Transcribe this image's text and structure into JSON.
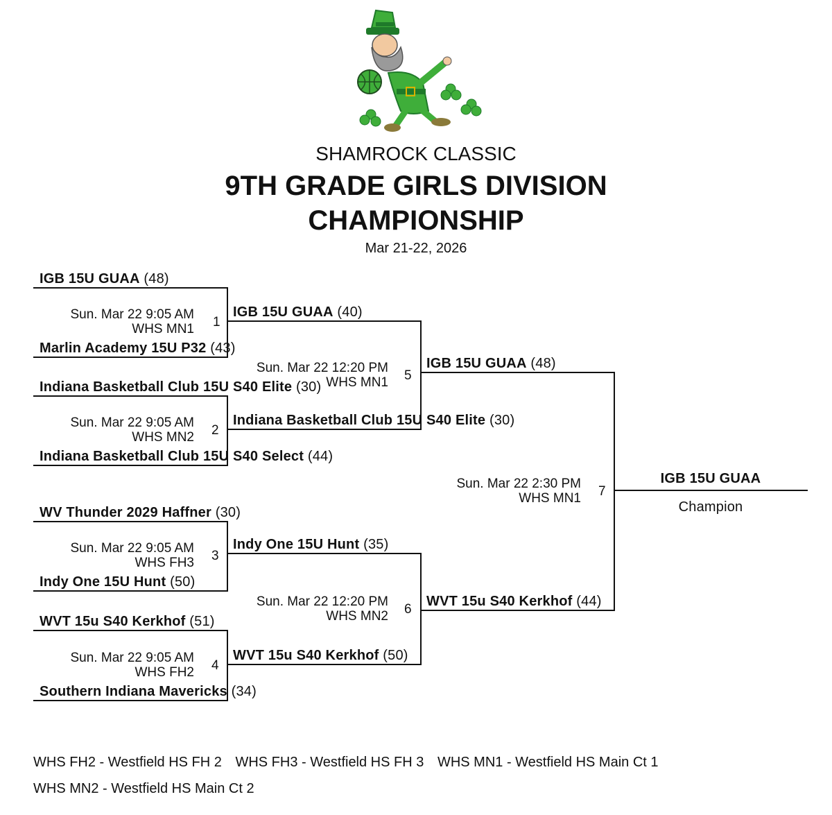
{
  "header": {
    "line1": "SHAMROCK CLASSIC",
    "line2": "9TH GRADE GIRLS DIVISION",
    "line3": "CHAMPIONSHIP",
    "dates": "Mar 21-22, 2026"
  },
  "round1": [
    {
      "num": "1",
      "time": "Sun. Mar 22 9:05 AM",
      "court": "WHS MN1",
      "top": {
        "team": "IGB 15U GUAA",
        "score": "(48)"
      },
      "bottom": {
        "team": "Marlin Academy 15U P32",
        "score": "(43)"
      }
    },
    {
      "num": "2",
      "time": "Sun. Mar 22 9:05 AM",
      "court": "WHS MN2",
      "top": {
        "team": "Indiana Basketball Club 15U S40 Elite",
        "score": "(30)"
      },
      "bottom": {
        "team": "Indiana Basketball Club 15U S40 Select",
        "score": "(44)"
      }
    },
    {
      "num": "3",
      "time": "Sun. Mar 22 9:05 AM",
      "court": "WHS FH3",
      "top": {
        "team": "WV Thunder 2029 Haffner",
        "score": "(30)"
      },
      "bottom": {
        "team": "Indy One 15U Hunt",
        "score": "(50)"
      }
    },
    {
      "num": "4",
      "time": "Sun. Mar 22 9:05 AM",
      "court": "WHS FH2",
      "top": {
        "team": "WVT 15u S40 Kerkhof",
        "score": "(51)"
      },
      "bottom": {
        "team": "Southern Indiana Mavericks",
        "score": "(34)"
      }
    }
  ],
  "round2": [
    {
      "num": "5",
      "time": "Sun. Mar 22 12:20 PM",
      "court": "WHS MN1",
      "top": {
        "team": "IGB 15U GUAA",
        "score": "(40)"
      },
      "bottom": {
        "team": "Indiana Basketball Club 15U S40 Elite",
        "score": "(30)"
      }
    },
    {
      "num": "6",
      "time": "Sun. Mar 22 12:20 PM",
      "court": "WHS MN2",
      "top": {
        "team": "Indy One 15U Hunt",
        "score": "(35)"
      },
      "bottom": {
        "team": "WVT 15u S40 Kerkhof",
        "score": "(50)"
      }
    }
  ],
  "final": {
    "num": "7",
    "time": "Sun. Mar 22 2:30 PM",
    "court": "WHS MN1",
    "top": {
      "team": "IGB 15U GUAA",
      "score": "(48)"
    },
    "bottom": {
      "team": "WVT 15u S40 Kerkhof",
      "score": "(44)"
    }
  },
  "champion": {
    "team": "IGB 15U GUAA",
    "label": "Champion"
  },
  "legend": [
    "WHS FH2 - Westfield HS FH 2",
    "WHS FH3 - Westfield HS FH 3",
    "WHS MN1 - Westfield HS Main Ct 1",
    "WHS MN2 - Westfield HS Main Ct 2"
  ],
  "colors": {
    "mascot_green": "#3fae3a",
    "mascot_dark_green": "#1f7a2a",
    "beard": "#9a9a9a",
    "gold": "#d9b100"
  }
}
